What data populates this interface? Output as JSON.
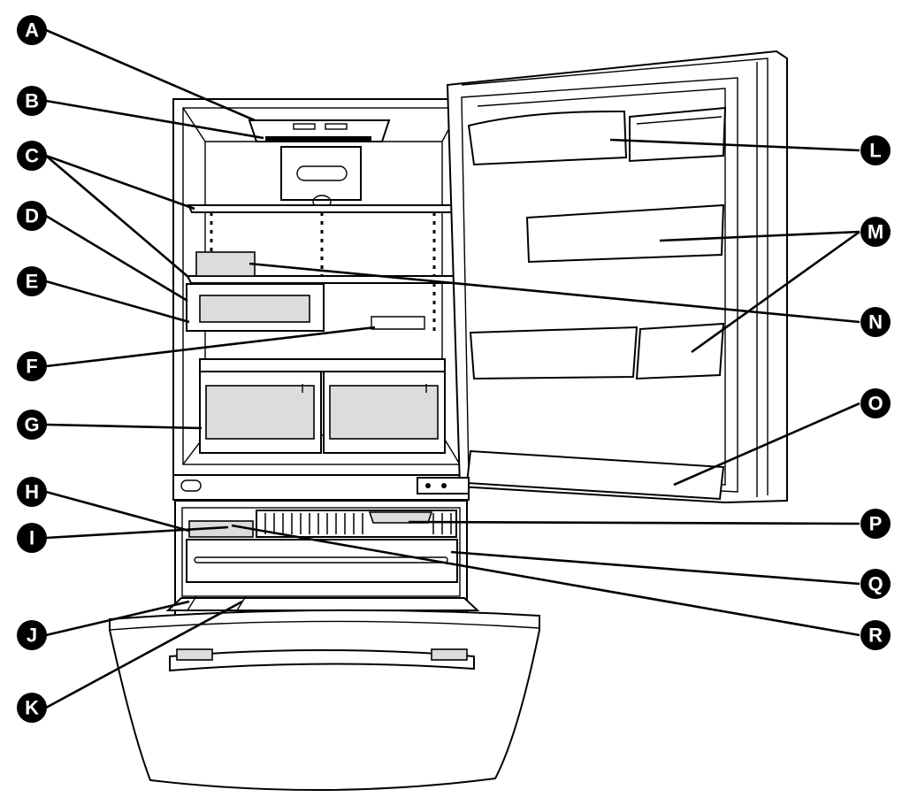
{
  "callouts": [
    {
      "id": "A",
      "label": "A"
    },
    {
      "id": "B",
      "label": "B"
    },
    {
      "id": "C",
      "label": "C"
    },
    {
      "id": "D",
      "label": "D"
    },
    {
      "id": "E",
      "label": "E"
    },
    {
      "id": "F",
      "label": "F"
    },
    {
      "id": "G",
      "label": "G"
    },
    {
      "id": "H",
      "label": "H"
    },
    {
      "id": "I",
      "label": "I"
    },
    {
      "id": "J",
      "label": "J"
    },
    {
      "id": "K",
      "label": "K"
    },
    {
      "id": "L",
      "label": "L"
    },
    {
      "id": "M",
      "label": "M"
    },
    {
      "id": "N",
      "label": "N"
    },
    {
      "id": "O",
      "label": "O"
    },
    {
      "id": "P",
      "label": "P"
    },
    {
      "id": "Q",
      "label": "Q"
    },
    {
      "id": "R",
      "label": "R"
    }
  ],
  "colors": {
    "badge_fill": "#000000",
    "badge_text": "#ffffff",
    "line": "#000000",
    "shade": "#dcdcdc"
  }
}
